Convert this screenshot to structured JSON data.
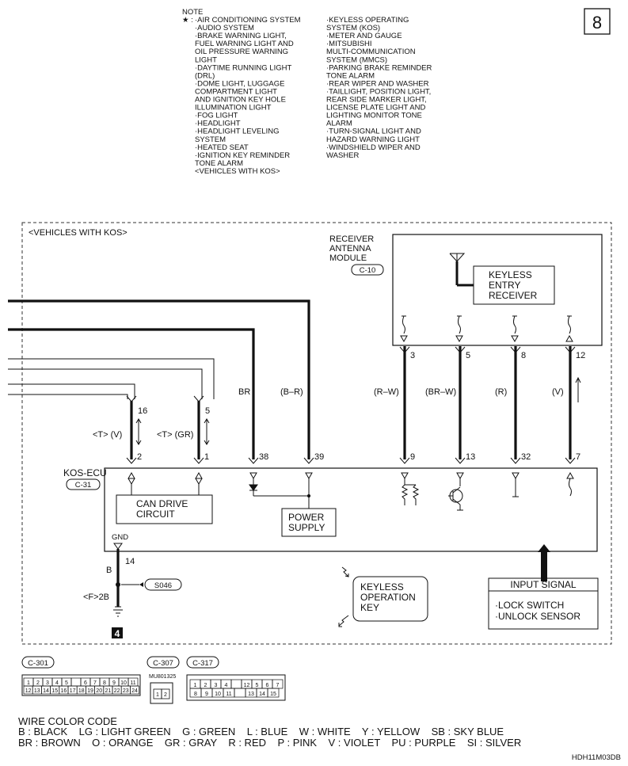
{
  "note": {
    "heading": "NOTE",
    "star": "★ :",
    "col1": [
      "·AIR CONDITIONING SYSTEM",
      "·AUDIO SYSTEM",
      "·BRAKE WARNING LIGHT,",
      "FUEL WARNING LIGHT AND",
      "OIL PRESSURE WARNING",
      "LIGHT",
      "·DAYTIME RUNNING LIGHT",
      "(DRL)",
      "·DOME LIGHT, LUGGAGE",
      "COMPARTMENT LIGHT",
      "AND IGNITION KEY HOLE",
      "ILLUMINATION LIGHT",
      "·FOG LIGHT",
      "·HEADLIGHT",
      "·HEADLIGHT LEVELING",
      "SYSTEM",
      "·HEATED SEAT",
      "·IGNITION KEY REMINDER",
      "TONE ALARM",
      "<VEHICLES WITH KOS>"
    ],
    "col2": [
      "·KEYLESS OPERATING",
      "SYSTEM (KOS)",
      "·METER AND GAUGE",
      "·MITSUBISHI",
      "MULTI-COMMUNICATION",
      "SYSTEM (MMCS)",
      "·PARKING BRAKE REMINDER",
      "TONE ALARM",
      "·REAR WIPER AND WASHER",
      "·TAILLIGHT, POSITION LIGHT,",
      "REAR SIDE MARKER LIGHT,",
      "LICENSE PLATE LIGHT AND",
      "LIGHTING MONITOR TONE",
      "ALARM",
      "·TURN-SIGNAL LIGHT AND",
      "HAZARD WARNING LIGHT",
      "·WINDSHIELD WIPER AND",
      "WASHER"
    ]
  },
  "page_number": "8",
  "section_label": "<VEHICLES WITH KOS>",
  "receiver": {
    "name_lines": [
      "RECEIVER",
      "ANTENNA",
      "MODULE"
    ],
    "connector": "C-10",
    "inner_lines": [
      "KEYLESS",
      "ENTRY",
      "RECEIVER"
    ],
    "pins": [
      "3",
      "5",
      "8",
      "12"
    ]
  },
  "wires": {
    "w16_pin": "16",
    "w16_label": "<T> (V)",
    "w5_pin": "5",
    "w5_label": "<T> (GR)",
    "br": "BR",
    "b_r": "(B–R)",
    "r_w": "(R–W)",
    "br_w": "(BR–W)",
    "r": "(R)",
    "v": "(V)"
  },
  "ecu": {
    "name": "KOS-ECU",
    "connector": "C-31",
    "pins": [
      "2",
      "1",
      "38",
      "39",
      "9",
      "13",
      "32",
      "7"
    ],
    "can_lines": [
      "CAN DRIVE",
      "CIRCUIT"
    ],
    "power_lines": [
      "POWER",
      "SUPPLY"
    ],
    "gnd": "GND",
    "gnd_pin": "14"
  },
  "ground": {
    "wire": "B",
    "splice": "S046",
    "point": "<F>2B",
    "number": "4"
  },
  "key_lines": [
    "KEYLESS",
    "OPERATION",
    "KEY"
  ],
  "input_signal": {
    "title": "INPUT SIGNAL",
    "items": [
      "·LOCK SWITCH",
      "·UNLOCK SENSOR"
    ]
  },
  "connectors": {
    "c301": {
      "label": "C-301",
      "row1": [
        "1",
        "2",
        "3",
        "4",
        "5",
        "",
        "6",
        "7",
        "8",
        "9",
        "10",
        "11"
      ],
      "row2": [
        "12",
        "13",
        "14",
        "15",
        "16",
        "17",
        "18",
        "19",
        "20",
        "21",
        "22",
        "23",
        "24"
      ]
    },
    "c307": {
      "label": "C-307",
      "part": "MU801325",
      "pins": [
        "1",
        "2"
      ]
    },
    "c317": {
      "label": "C-317",
      "row1": [
        "1",
        "2",
        "3",
        "4",
        "",
        "12",
        "5",
        "6",
        "7"
      ],
      "row2": [
        "8",
        "9",
        "10",
        "11",
        "",
        "13",
        "14",
        "15"
      ]
    }
  },
  "color_code": {
    "title": "WIRE COLOR CODE",
    "line1": "B : BLACK    LG : LIGHT GREEN    G : GREEN    L : BLUE    W : WHITE    Y : YELLOW    SB : SKY BLUE",
    "line2": "BR : BROWN    O : ORANGE    GR : GRAY    R : RED    P : PINK    V : VIOLET    PU : PURPLE    SI : SILVER"
  },
  "figure_code": "HDH11M03DB"
}
